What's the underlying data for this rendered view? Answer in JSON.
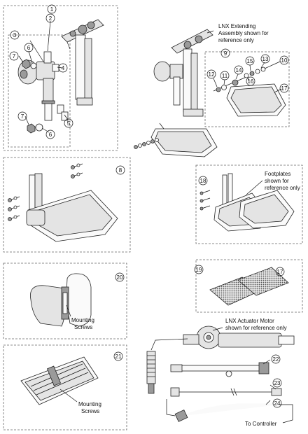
{
  "callouts": {
    "c1": "1",
    "c2": "2",
    "c3": "3",
    "c4": "4",
    "c5": "5",
    "c6a": "6",
    "c6b": "6",
    "c7a": "7",
    "c7b": "7",
    "c8": "8",
    "c9": "9",
    "c10": "10",
    "c11": "11",
    "c12": "12",
    "c13": "13",
    "c14": "14",
    "c15": "15",
    "c16": "16",
    "c17a": "17",
    "c17b": "17",
    "c18": "18",
    "c19": "19",
    "c20": "20",
    "c21": "21",
    "c22": "22",
    "c23": "23",
    "c24": "24"
  },
  "notes": {
    "lnx_extending_1": "LNX Extending",
    "lnx_extending_2": "Assembly shown for",
    "lnx_extending_3": "reference only",
    "footplates_1": "Footplates",
    "footplates_2": "shown for",
    "footplates_3": "reference only",
    "mounting_20_1": "Mounting",
    "mounting_20_2": "Screws",
    "mounting_21_1": "Mounting",
    "mounting_21_2": "Screws",
    "actuator_1": "LNX Actuator Motor",
    "actuator_2": "shown for reference only",
    "to_controller": "To Controller"
  }
}
